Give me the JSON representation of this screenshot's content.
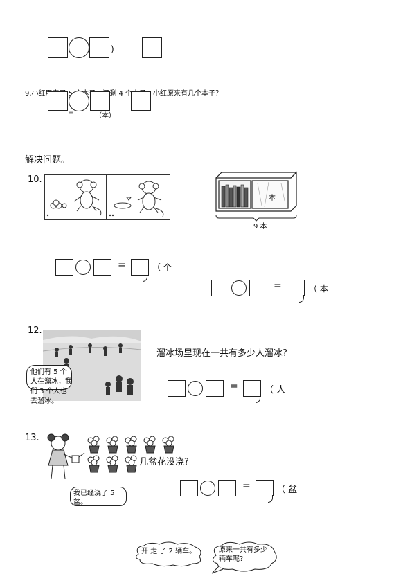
{
  "q8": {
    "close_paren": ")"
  },
  "q9": {
    "text": "9.小红用完了 5 个本子，还剩 4 个本子，小红原来有几个本子？",
    "equals": "=",
    "unit": "（本）"
  },
  "section": {
    "title": "解决问题。"
  },
  "q10": {
    "number": "10.",
    "shelf_label": "9 本",
    "book_label": "本",
    "unit_left": "（ 个",
    "unit_right": "（ 本",
    "equals": "="
  },
  "q12": {
    "number": "12.",
    "question": "溜冰场里现在一共有多少人溜冰?",
    "bubble_text": "他们有 5 个人在溜冰，我们 3 个人也去溜冰。",
    "equals": "=",
    "unit": "（ 人"
  },
  "q13": {
    "number": "13.",
    "question": "几盆花没浇?",
    "bubble_text": "我已经浇了 5 盆。",
    "equals": "=",
    "unit": "（ 盆"
  },
  "q14": {
    "left_bubble": "开 走 了 2 辆车。",
    "right_bubble": "原来一共有多少辆车呢?"
  },
  "icons": [
    "monkey-icon",
    "bookshelf-icon",
    "skaters-icon",
    "girl-watering-icon",
    "flower-pot-icon"
  ]
}
